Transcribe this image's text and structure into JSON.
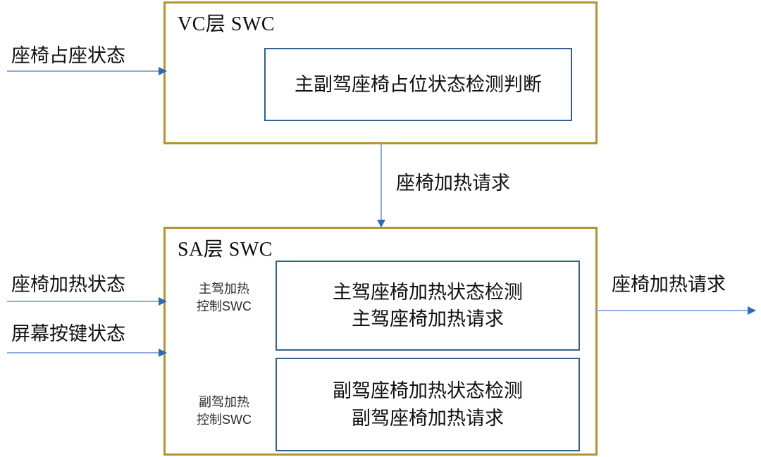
{
  "diagram": {
    "title_vc": "VC层 SWC",
    "title_sa": "SA层 SWC",
    "colors": {
      "layer_border": "#b39333",
      "inner_border": "#35618c",
      "arrow_line": "#8faadc",
      "arrow_head": "#2e6ab1",
      "text": "#101010"
    },
    "vc_layer": {
      "label": "VC层 SWC",
      "component": {
        "name": "seat-occupancy-detection",
        "line1": "主副驾座椅占位状态检测判断"
      }
    },
    "sa_layer": {
      "label": "SA层 SWC",
      "swc_driver_label_line1": "主驾加热",
      "swc_driver_label_line2": "控制SWC",
      "swc_passenger_label_line1": "副驾加热",
      "swc_passenger_label_line2": "控制SWC",
      "driver_component": {
        "line1": "主驾座椅加热状态检测",
        "line2": "主驾座椅加热请求"
      },
      "passenger_component": {
        "line1": "副驾座椅加热状态检测",
        "line2": "副驾座椅加热请求"
      }
    },
    "signals": {
      "seat_occupancy_status": "座椅占座状态",
      "seat_heating_status": "座椅加热状态",
      "screen_key_status": "屏幕按键状态",
      "seat_heating_request_internal": "座椅加热请求",
      "seat_heating_request_output": "座椅加热请求"
    }
  }
}
